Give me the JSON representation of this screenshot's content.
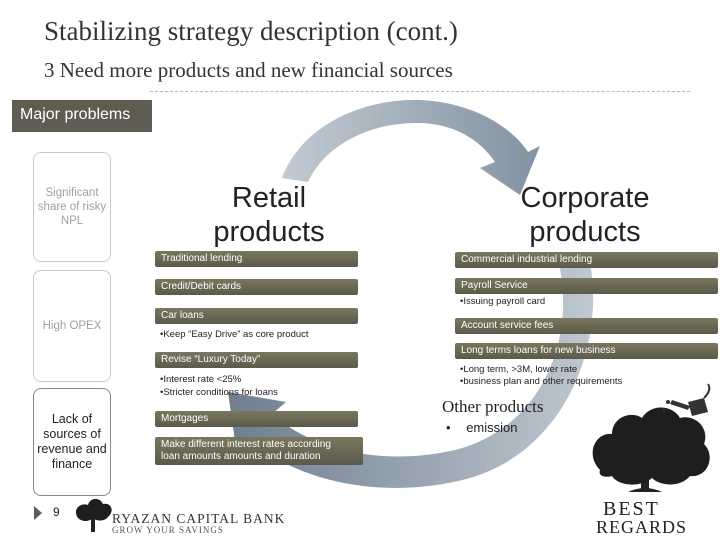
{
  "title": "Stabilizing strategy description (cont.)",
  "subtitle": "3 Need more products and new financial sources",
  "major_problems": {
    "heading": "Major problems",
    "items": [
      "Significant share of risky NPL",
      "High OPEX",
      "Lack of sources of revenue and finance"
    ]
  },
  "retail": {
    "heading": "Retail products",
    "items": [
      {
        "label": "Traditional lending",
        "sub": ""
      },
      {
        "label": "Credit/Debit cards",
        "sub": ""
      },
      {
        "label": "Car loans",
        "sub": "•Keep “Easy Drive” as core product"
      },
      {
        "label": "Revise “Luxury Today”",
        "sub": "•Interest rate <25%",
        "sub2": "•Stricter conditions for loans"
      },
      {
        "label": "Mortgages",
        "sub": ""
      },
      {
        "label": "Make different interest rates according",
        "label2": "loan amounts amounts and duration"
      }
    ]
  },
  "corporate": {
    "heading": "Corporate products",
    "items": [
      {
        "label": "Commercial industrial lending",
        "sub": ""
      },
      {
        "label": "Payroll Service",
        "sub": "•Issuing payroll card"
      },
      {
        "label": "Account service fees",
        "sub": ""
      },
      {
        "label": "Long terms loans for new business",
        "sub": "•Long term, >3M, lower rate",
        "sub2": "•business plan and other requirements"
      }
    ]
  },
  "other": {
    "heading": "Other products",
    "bullet": "•",
    "item": "emission"
  },
  "footer": {
    "page_number": "9",
    "bank_name": "RYAZAN CAPITAL BANK",
    "bank_slogan": "GROW YOUR SAVINGS",
    "logo_best": "BEST",
    "logo_regards": "REGARDS"
  },
  "colors": {
    "bar": "#6b6955",
    "arrow": "#7f8d9c",
    "arrow_top": "#6f8192"
  },
  "icons": [
    "cycle-arrow",
    "tree-icon",
    "watering-can-icon",
    "tree-logo-icon"
  ]
}
